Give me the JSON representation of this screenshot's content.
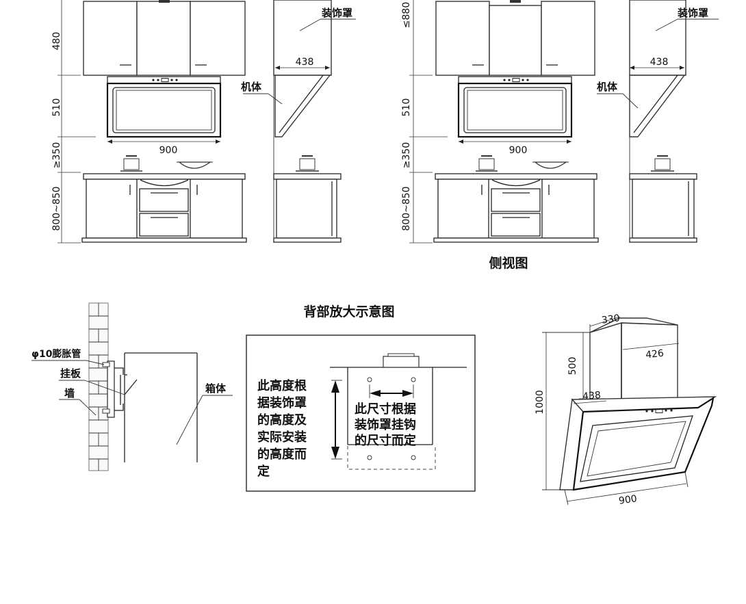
{
  "front_left": {
    "dims": {
      "upper": "480",
      "hood": "510",
      "gap": "≥350",
      "counter": "800~850",
      "width": "900"
    }
  },
  "side_left": {
    "labels": {
      "cover": "装饰罩",
      "body": "机体"
    },
    "dims": {
      "depth": "438"
    }
  },
  "front_right": {
    "dims": {
      "upper": "≤880",
      "hood": "510",
      "gap": "≥350",
      "counter": "800~850",
      "width": "900"
    }
  },
  "side_right": {
    "labels": {
      "cover": "装饰罩",
      "body": "机体"
    },
    "dims": {
      "depth": "438"
    }
  },
  "side_view_caption": "侧视图",
  "back_detail": {
    "title": "背部放大示意图",
    "note_left": [
      "此高度根",
      "据装饰罩",
      "的高度及",
      "实际安装",
      "的高度而",
      "定"
    ],
    "note_right": [
      "此尺寸根据",
      "装饰罩挂钩",
      "的尺寸而定"
    ]
  },
  "wall_detail": {
    "labels": {
      "bolt": "φ10膨胀管",
      "plate": "挂板",
      "wall": "墙",
      "box": "箱体"
    }
  },
  "iso_view": {
    "dims": {
      "top_w": "330",
      "top_d": "426",
      "cover_h": "500",
      "total_h": "1000",
      "body_d": "438",
      "width": "900"
    }
  }
}
